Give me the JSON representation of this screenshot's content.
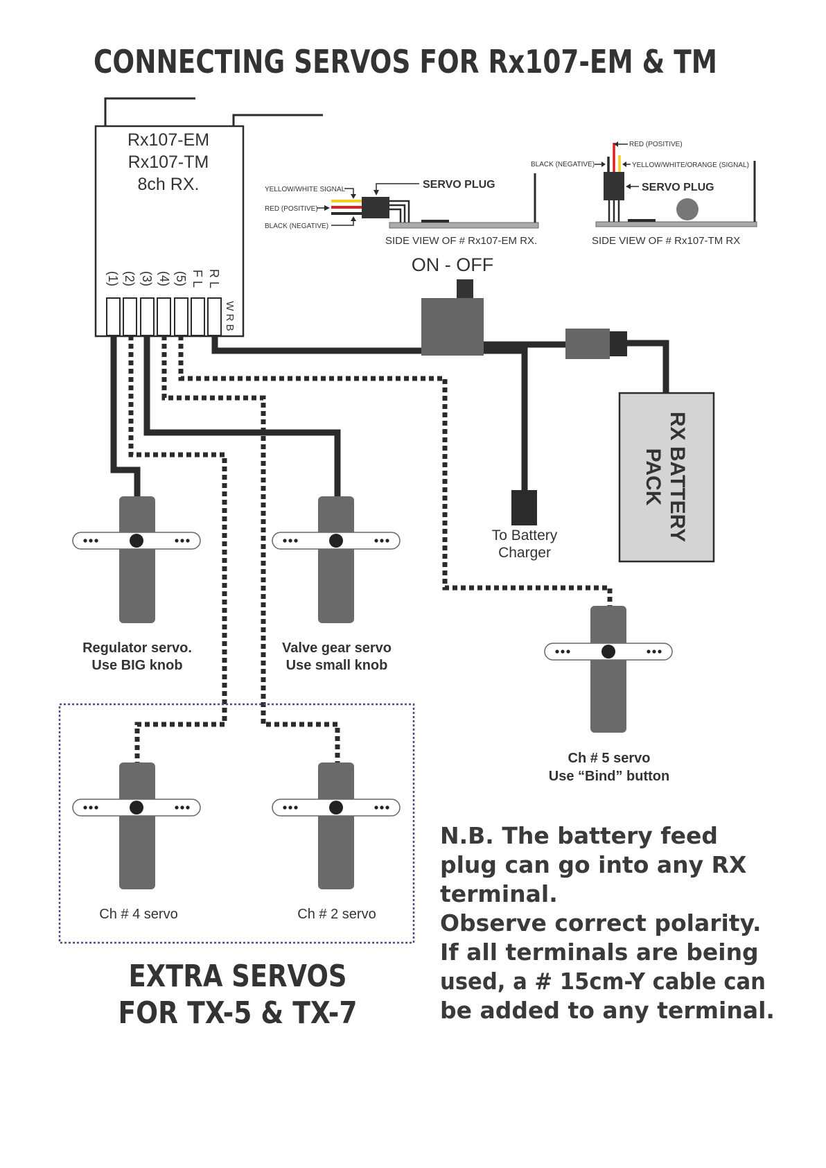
{
  "title": "CONNECTING SERVOS FOR Rx107-EM & TM",
  "receiver": {
    "line1": "Rx107-EM",
    "line2": "Rx107-TM",
    "line3": "8ch RX.",
    "channels": [
      "(1)",
      "(2)",
      "(3)",
      "(4)",
      "(5)",
      "F L",
      "R L"
    ],
    "polarity": "W R B"
  },
  "side_view_em": {
    "caption": "SIDE VIEW OF # Rx107-EM RX.",
    "plug_label": "SERVO PLUG",
    "signal_label": "YELLOW/WHITE SIGNAL",
    "positive_label": "RED (POSITIVE)",
    "negative_label": "BLACK (NEGATIVE)"
  },
  "side_view_tm": {
    "caption": "SIDE VIEW OF # Rx107-TM RX",
    "plug_label": "SERVO PLUG",
    "positive_label": "RED (POSITIVE)",
    "negative_label": "BLACK (NEGATIVE)",
    "signal_label": "YELLOW/WHITE/ORANGE (SIGNAL)"
  },
  "switch_label": "ON - OFF",
  "charger_label": {
    "line1": "To Battery",
    "line2": "Charger"
  },
  "battery_label": {
    "line1": "RX BATTERY",
    "line2": "PACK"
  },
  "servos": {
    "regulator": {
      "line1": "Regulator servo.",
      "line2": "Use BIG knob"
    },
    "valve": {
      "line1": "Valve gear servo",
      "line2": "Use small knob"
    },
    "ch5": {
      "line1": "Ch # 5 servo",
      "line2": "Use “Bind” button"
    },
    "ch4": {
      "line1": "Ch # 4 servo"
    },
    "ch2": {
      "line1": "Ch # 2  servo"
    }
  },
  "extra_title": {
    "line1": "EXTRA SERVOS",
    "line2": "FOR TX-5 & TX-7"
  },
  "note": {
    "lines": [
      "N.B. The battery feed",
      "plug can go into any RX",
      "terminal.",
      "Observe correct polarity.",
      "If all terminals are being",
      "used, a # 15cm-Y cable can",
      "be added to any terminal."
    ]
  },
  "colors": {
    "wire": "#2b2b2b",
    "servo": "#6a6a6a",
    "switch": "#666666",
    "battery_fill": "#d4d4d4",
    "red_wire": "#e02020",
    "yellow_wire": "#f0d020"
  }
}
